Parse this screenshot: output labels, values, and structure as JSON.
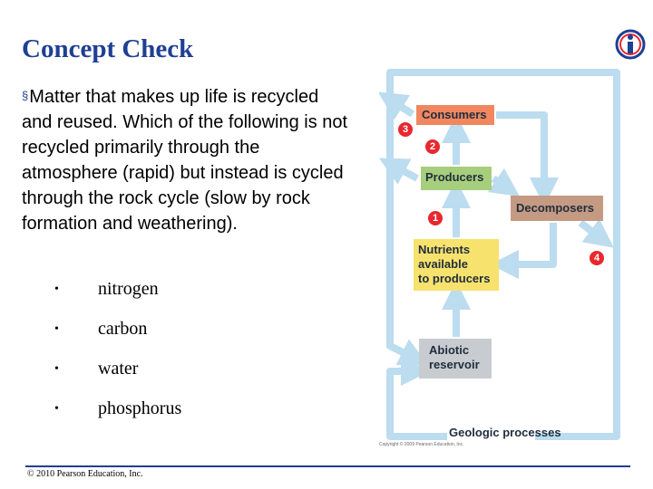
{
  "slide": {
    "title": "Concept Check",
    "question": "Matter that makes up life is recycled and reused.  Which of the following is not recycled primarily through the atmosphere (rapid) but instead is cycled through the rock cycle (slow by rock formation and weathering).",
    "options": [
      "nitrogen",
      "carbon",
      "water",
      "phosphorus"
    ],
    "footer": "© 2010 Pearson Education, Inc."
  },
  "figure": {
    "consumers": "Consumers",
    "producers": "Producers",
    "decomposers": "Decomposers",
    "nutrients": [
      "Nutrients",
      "available",
      "to producers"
    ],
    "abiotic": [
      "Abiotic",
      "reservoir"
    ],
    "geologic": "Geologic processes",
    "steps": [
      "1",
      "2",
      "3",
      "4"
    ],
    "credit": "Copyright © 2009 Pearson Education, Inc."
  },
  "colors": {
    "title": "#1f3f94",
    "consumers": "#f08760",
    "producers": "#a6ce7c",
    "decomposers": "#c59a83",
    "nutrients": "#f7e26e",
    "abiotic": "#c8ccd0",
    "arrows": "#bcdcef",
    "steps": "#e8272e"
  },
  "icons": {
    "logo": "info-person-icon"
  }
}
